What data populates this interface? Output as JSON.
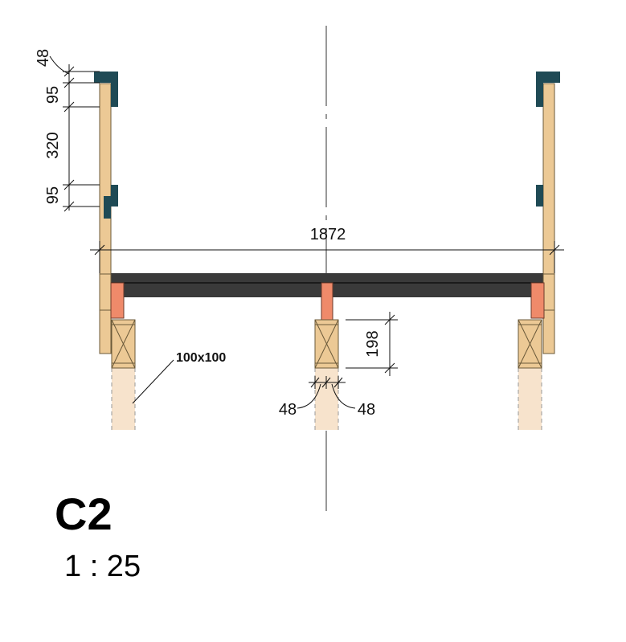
{
  "drawing": {
    "view_id": "C2",
    "scale": "1 : 25",
    "dimensions": {
      "overall_width": "1872",
      "rail_top_thickness": "48",
      "rail_top_height": "95",
      "rail_gap": "320",
      "rail_lower_height": "95",
      "beam_depth": "198",
      "post_left_width": "48",
      "post_right_width": "48"
    },
    "labels": {
      "post_section": "100x100"
    },
    "colors": {
      "timber": "#ecc995",
      "timber_outline": "#6b5a3a",
      "rail_cap": "#1f4a55",
      "decking": "#3a3a3a",
      "joist": "#ef8a6a",
      "post_ghost": "#f7e3cc",
      "dim_line": "#111111",
      "centerline": "#555555"
    }
  }
}
